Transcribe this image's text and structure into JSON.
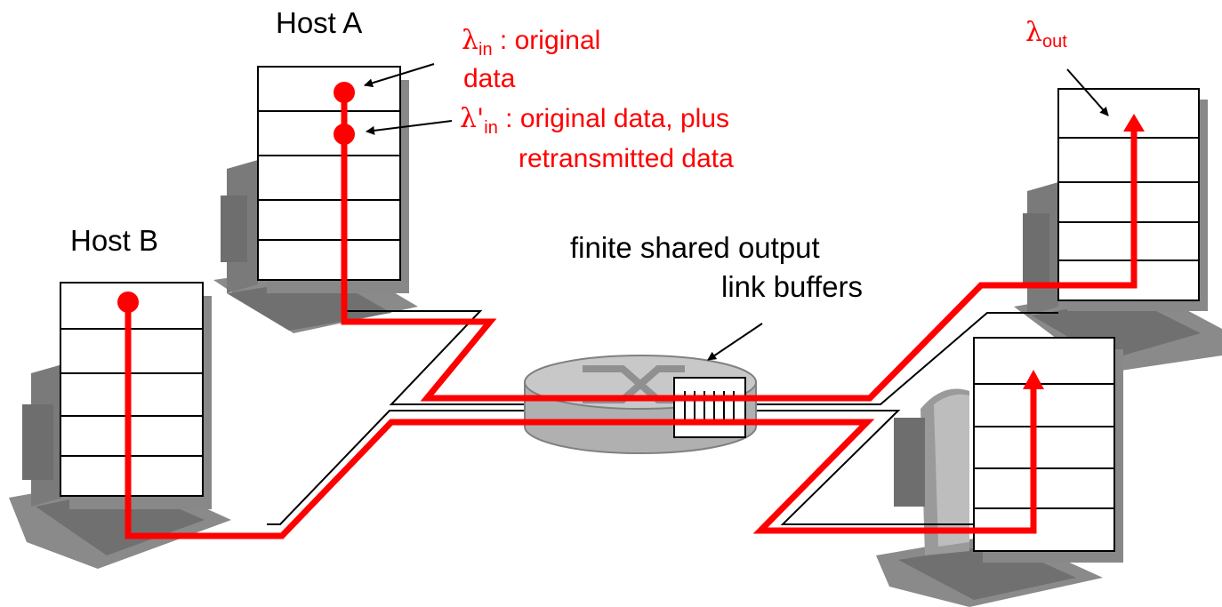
{
  "labels": {
    "host_a": "Host A",
    "host_b": "Host B",
    "buffers_line1": "finite shared output",
    "buffers_line2": "link buffers",
    "lambda": "λ",
    "lambda_prime": "λ'",
    "sub_in": "in",
    "sub_out": "out",
    "lambda_in_text": " : original",
    "lambda_in_text2": "data",
    "lambda_in_prime_text": " : original data, plus",
    "lambda_in_prime_text2": "retransmitted data"
  },
  "colors": {
    "flow": "#ff0000",
    "host_shadow": "#808080",
    "monitor_gray": "#999999",
    "router_fill": "#c0c0c0",
    "link": "#000000"
  }
}
